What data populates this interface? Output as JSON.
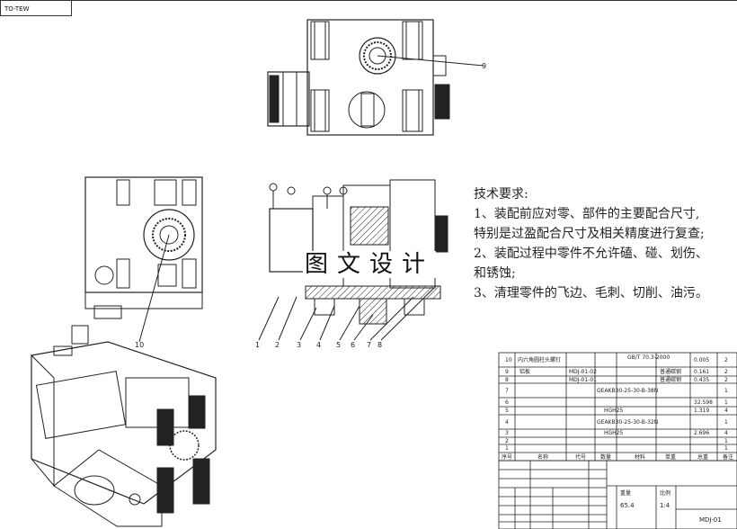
{
  "corner_label": "TO-TEW",
  "tech_requirements": {
    "title": "技术要求:",
    "lines": [
      "1、装配前应对零、部件的主要配合尺寸,",
      "特别是过盈配合尺寸及相关精度进行复查;",
      "2、装配过程中零件不允许磕、碰、划伤、",
      "和锈蚀;",
      "3、清理零件的飞边、毛刺、切削、油污。"
    ]
  },
  "watermark": "图文设计",
  "callouts": {
    "top": "9",
    "left": "10",
    "bottom": [
      "1",
      "2",
      "3",
      "4",
      "5",
      "6",
      "7",
      "8"
    ]
  },
  "bom": {
    "rows": [
      {
        "no": "10",
        "name": "内六角圆柱头螺钉",
        "code": "",
        "qty": "",
        "material": "GB/T 70.3-2000",
        "unit": "0.005",
        "count": "2"
      },
      {
        "no": "9",
        "name": "铝板",
        "code": "MDJ-01-02",
        "qty": "",
        "material": "普通碳钢",
        "unit": "0.161",
        "count": "2"
      },
      {
        "no": "8",
        "name": "",
        "code": "MDJ-01-01",
        "qty": "",
        "material": "普通碳钢",
        "unit": "0.435",
        "count": "2"
      },
      {
        "no": "7",
        "name": "",
        "code": "GEAKB30-25-30-B-38N",
        "qty": "",
        "material": "",
        "unit": "",
        "count": "1"
      },
      {
        "no": "6",
        "name": "",
        "code": "",
        "qty": "",
        "material": "",
        "unit": "32.598",
        "count": "1"
      },
      {
        "no": "5",
        "name": "",
        "code": "HGH25",
        "qty": "",
        "material": "",
        "unit": "1.319",
        "count": "4"
      },
      {
        "no": "4",
        "name": "",
        "code": "GEAKB30-25-30-B-32N",
        "qty": "",
        "material": "",
        "unit": "",
        "count": "1"
      },
      {
        "no": "3",
        "name": "",
        "code": "HGH25",
        "qty": "",
        "material": "",
        "unit": "2.696",
        "count": "4"
      },
      {
        "no": "2",
        "name": "",
        "code": "",
        "qty": "",
        "material": "",
        "unit": "",
        "count": "1"
      },
      {
        "no": "1",
        "name": "",
        "code": "",
        "qty": "",
        "material": "",
        "unit": "",
        "count": "1"
      }
    ],
    "header": [
      "序号",
      "名称",
      "代号",
      "数量",
      "材料",
      "单重",
      "总重",
      "备注"
    ],
    "title_block": {
      "weight": "65.4",
      "scale": "1:4",
      "drawing_no": "MDJ-01",
      "labels": [
        "重量",
        "比例"
      ]
    }
  }
}
